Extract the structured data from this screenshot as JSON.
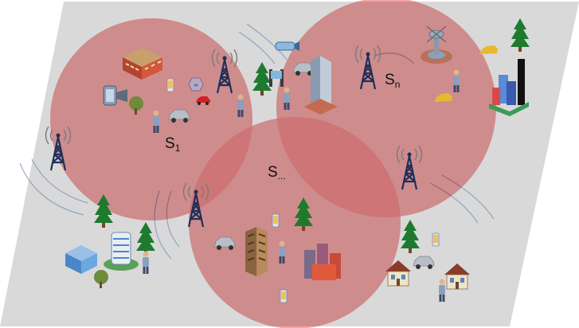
{
  "labels": {
    "s1_main": "S",
    "s1_sub": "1",
    "s_mid_main": "S",
    "s_mid_sub": "...",
    "sn_main": "S",
    "sn_sub": "n"
  },
  "colors": {
    "ground": "#d9d9d9",
    "coverage": "#f07f80",
    "tower": "#1f2f58",
    "wave": "#6f8fb0"
  },
  "icons": [
    "cell-tower-icon",
    "school-building-icon",
    "office-tower-icon",
    "tree-icon",
    "car-icon",
    "smartphone-icon",
    "person-icon",
    "house-icon",
    "factory-icon",
    "satellite-dish-icon",
    "security-camera-icon",
    "smart-watch-icon"
  ]
}
